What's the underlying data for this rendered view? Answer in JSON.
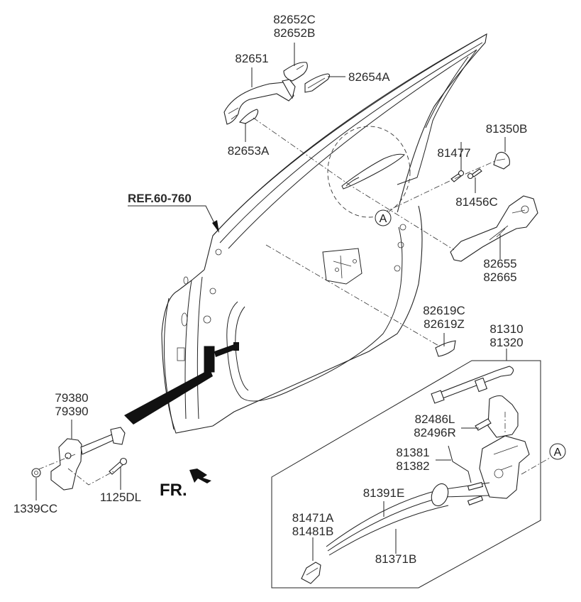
{
  "diagram": {
    "title": "Front Door Locking & Outside Handle Parts Diagram",
    "reference_label": "REF.60-760",
    "direction_label": "FR.",
    "detail_callout": "A",
    "part_labels": {
      "p82652": [
        "82652C",
        "82652B"
      ],
      "p82651": [
        "82651"
      ],
      "p82654A": [
        "82654A"
      ],
      "p82653A": [
        "82653A"
      ],
      "p81350B": [
        "81350B"
      ],
      "p81477": [
        "81477"
      ],
      "p81456C": [
        "81456C"
      ],
      "p82655": [
        "82655",
        "82665"
      ],
      "p82619": [
        "82619C",
        "82619Z"
      ],
      "p81310": [
        "81310",
        "81320"
      ],
      "p82486": [
        "82486L",
        "82496R"
      ],
      "p81381": [
        "81381",
        "81382"
      ],
      "p81391E": [
        "81391E"
      ],
      "p81471": [
        "81471A",
        "81481B"
      ],
      "p81371B": [
        "81371B"
      ],
      "p79380": [
        "79380",
        "79390"
      ],
      "p1339CC": [
        "1339CC"
      ],
      "p1125DL": [
        "1125DL"
      ]
    }
  }
}
